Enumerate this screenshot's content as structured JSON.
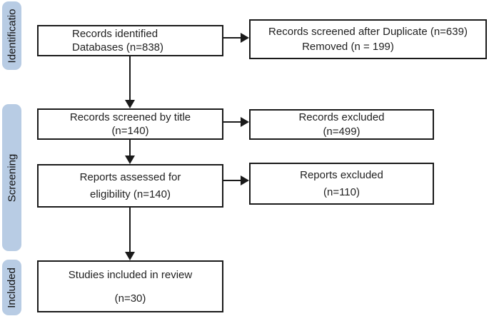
{
  "diagram": {
    "type": "prisma-flow",
    "stages": [
      {
        "id": "identification",
        "label": "Identificatio"
      },
      {
        "id": "screening",
        "label": "Screening"
      },
      {
        "id": "included",
        "label": "Included"
      }
    ],
    "boxes": [
      {
        "id": "records-identified",
        "lines": [
          "Records identified",
          "Databases (n=838)"
        ]
      },
      {
        "id": "screened-after-duplicate",
        "lines": [
          "Records screened after Duplicate (n=639)",
          "Removed (n = 199)"
        ]
      },
      {
        "id": "screened-by-title",
        "lines": [
          "Records screened by title",
          "(n=140)"
        ]
      },
      {
        "id": "records-excluded",
        "lines": [
          "Records excluded",
          "(n=499)"
        ]
      },
      {
        "id": "reports-assessed",
        "lines": [
          "Reports assessed for",
          "eligibility (n=140)"
        ]
      },
      {
        "id": "reports-excluded",
        "lines": [
          "Reports excluded",
          "(n=110)"
        ]
      },
      {
        "id": "studies-included",
        "lines": [
          "Studies included in review",
          "(n=30)"
        ]
      }
    ],
    "counts": {
      "identified": 838,
      "screened_after_duplicates": 639,
      "duplicates_removed": 199,
      "screened_by_title": 140,
      "records_excluded": 499,
      "assessed_for_eligibility": 140,
      "reports_excluded": 110,
      "included_in_review": 30
    },
    "colors": {
      "stage_fill": "#b8cce4",
      "box_border": "#1a1a1a",
      "text": "#1f1f1f",
      "background": "#ffffff"
    }
  }
}
